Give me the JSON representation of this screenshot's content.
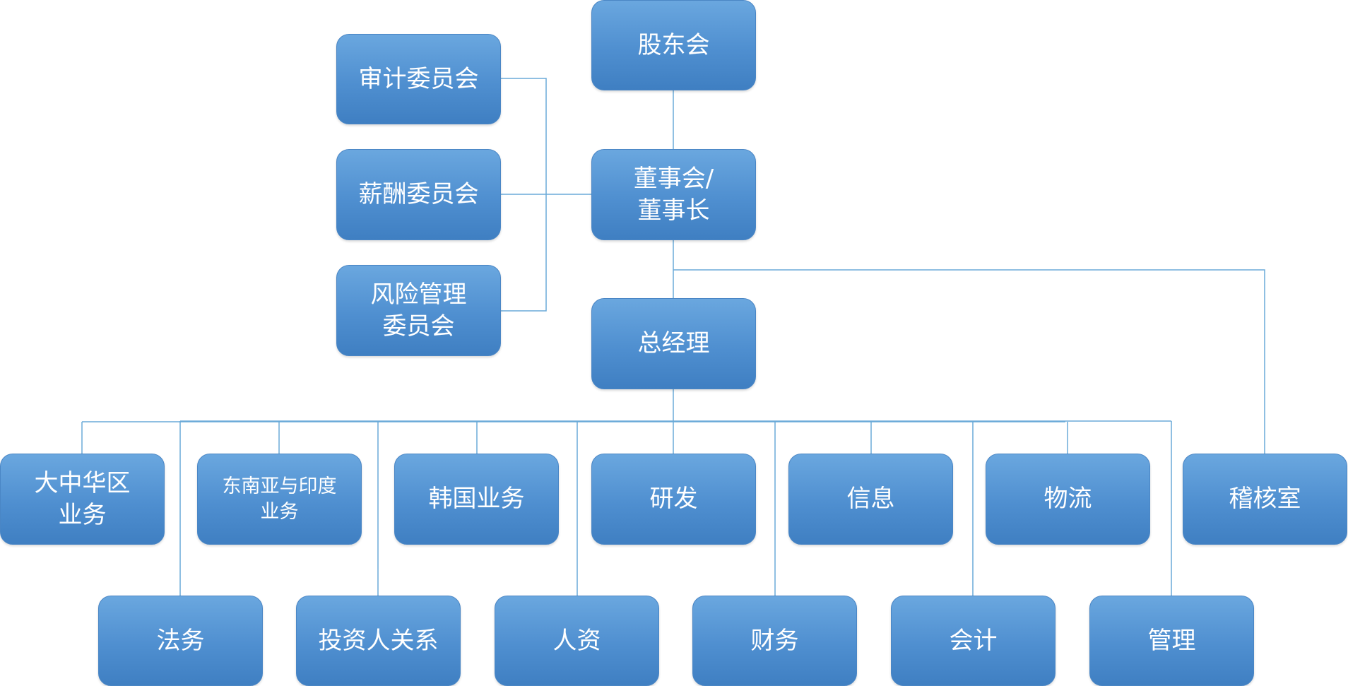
{
  "diagram": {
    "type": "org-chart",
    "line_color": "#6aaad8",
    "node_color": "#4f8fd0",
    "nodes": {
      "shareholders": "股东会",
      "board": "董事会/\n董事长",
      "audit_committee": "审计委员会",
      "compensation_committee": "薪酬委员会",
      "risk_committee": "风险管理\n委员会",
      "general_manager": "总经理",
      "greater_china": "大中华区\n业务",
      "sea_india": "东南亚与印度\n业务",
      "korea": "韩国业务",
      "rnd": "研发",
      "information": "信息",
      "logistics": "物流",
      "audit_office": "稽核室",
      "legal": "法务",
      "investor_relations": "投资人关系",
      "hr": "人资",
      "finance": "财务",
      "accounting": "会计",
      "management": "管理"
    }
  }
}
